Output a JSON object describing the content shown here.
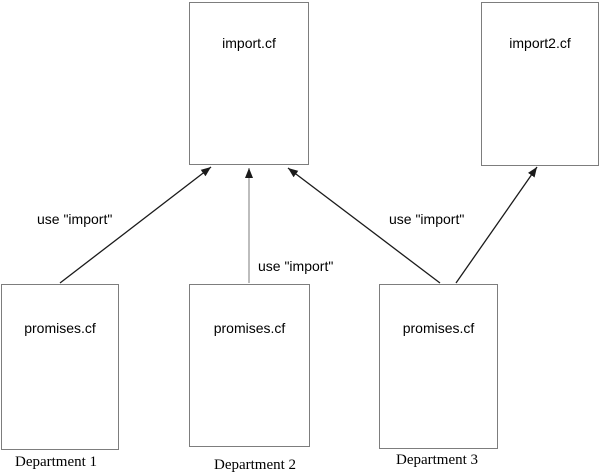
{
  "diagram": {
    "title_hint": "CFEngine policy file import diagram",
    "boxes": {
      "import": {
        "label": "import.cf"
      },
      "import2": {
        "label": "import2.cf"
      },
      "promises_dept1": {
        "label": "promises.cf"
      },
      "promises_dept2": {
        "label": "promises.cf"
      },
      "promises_dept3": {
        "label": "promises.cf"
      }
    },
    "edge_labels": {
      "dept1_to_import": "use \"import\"",
      "dept2_to_import": "use \"import\"",
      "dept3_to_import2": "use \"import\""
    },
    "departments": {
      "dept1": "Department 1",
      "dept2": "Department 2",
      "dept3": "Department 3"
    },
    "colors": {
      "background": "#ffffff",
      "box_border": "#7d7d7d",
      "arrow": "#1a1a1a",
      "vertical_line": "#999999",
      "text": "#000000"
    }
  }
}
